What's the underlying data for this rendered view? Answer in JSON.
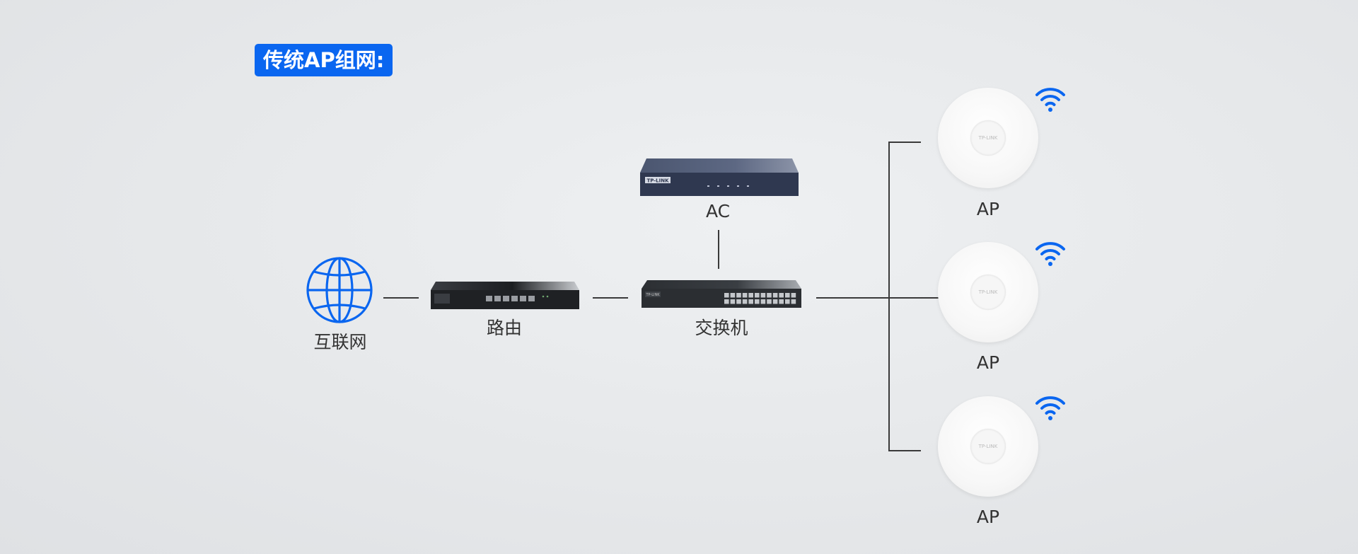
{
  "title": "传统AP组网:",
  "nodes": {
    "internet": {
      "label": "互联网"
    },
    "router": {
      "label": "路由"
    },
    "switch": {
      "label": "交换机"
    },
    "ac": {
      "label": "AC"
    },
    "aps": [
      {
        "label": "AP"
      },
      {
        "label": "AP"
      },
      {
        "label": "AP"
      }
    ]
  },
  "brand_text": "TP-LINK",
  "colors": {
    "accent": "#0a66f0",
    "line": "#3a3a3a",
    "text": "#333333"
  },
  "icons": [
    "globe-icon",
    "wifi-icon"
  ]
}
